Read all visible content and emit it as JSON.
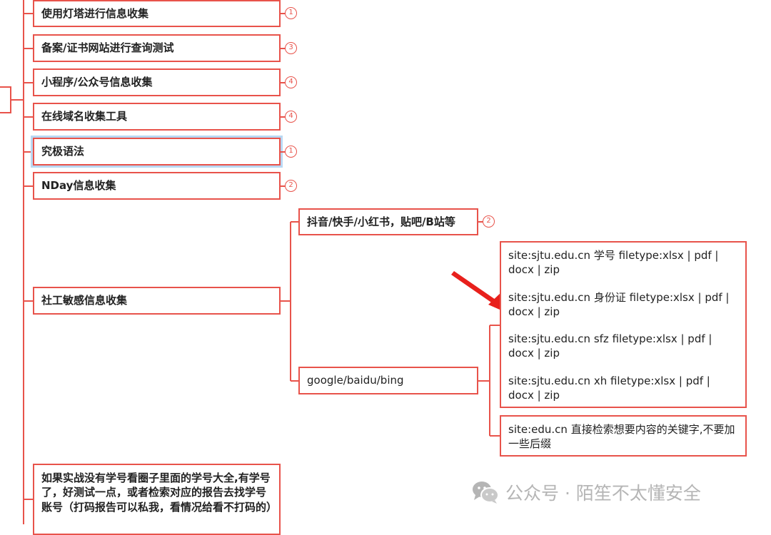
{
  "nodes": {
    "lighthouse": "使用灯塔进行信息收集",
    "beian": "备案/证书网站进行查询测试",
    "miniprogram": "小程序/公众号信息收集",
    "online_domain": "在线域名收集工具",
    "ultimate_syntax": "究极语法",
    "nday": "NDay信息收集",
    "social": "社工敏感信息收集",
    "video_sites": "抖音/快手/小红书，贴吧/B站等",
    "search_engines": "google/baidu/bing",
    "queries": [
      "site:sjtu.edu.cn 学号 filetype:xlsx | pdf | docx | zip",
      "site:sjtu.edu.cn 身份证 filetype:xlsx | pdf | docx | zip",
      "site:sjtu.edu.cn sfz filetype:xlsx | pdf | docx | zip",
      "site:sjtu.edu.cn xh filetype:xlsx | pdf | docx | zip"
    ],
    "edu_tip": "site:edu.cn 直接检索想要内容的关键字,不要加一些后缀",
    "bottom_note": "如果实战没有学号看圈子里面的学号大全,有学号了，好测试一点，或者检索对应的报告去找学号账号（打码报告可以私我，看情况给看不打码的）"
  },
  "badges": {
    "lighthouse": "1",
    "beian": "3",
    "miniprogram": "4",
    "online_domain": "4",
    "ultimate_syntax": "1",
    "nday": "2",
    "video_sites": "2"
  },
  "watermark": {
    "text": "公众号 · 陌笙不太懂安全",
    "icon": "wechat-icon"
  },
  "colors": {
    "branch": "#e8534b",
    "selection": "#b9d8f3",
    "arrow": "#e8201c",
    "watermark": "#b5b5b5"
  }
}
